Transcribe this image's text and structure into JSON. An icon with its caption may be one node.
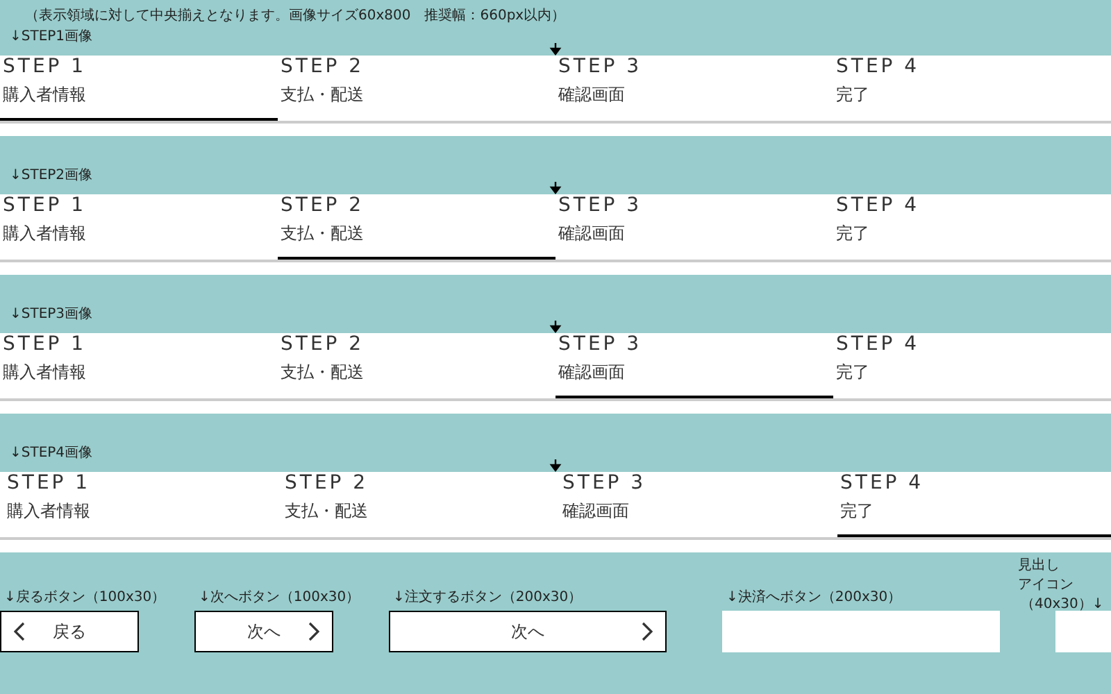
{
  "diagram": {
    "nodes": [
      {
        "text": [
          "STEP 1",
          "購入者情報"
        ]
      },
      {
        "text": [
          "STEP 2",
          "支払・配送"
        ]
      },
      {
        "text": [
          "STEP 3",
          "確認画面"
        ]
      },
      {
        "text": [
          "STEP 4",
          "完了"
        ]
      },
      {
        "text": [
          "STEP 1",
          "購入者情報"
        ]
      },
      {
        "text": [
          "STEP 2",
          "支払・配送"
        ]
      },
      {
        "text": [
          "STEP 3",
          "確認画面"
        ]
      },
      {
        "text": [
          "STEP 4",
          "完了"
        ]
      },
      {
        "text": [
          "STEP 1",
          "購入者情報"
        ]
      },
      {
        "text": [
          "STEP 2",
          "支払・配送"
        ]
      },
      {
        "text": [
          "STEP 3",
          "確認画面"
        ]
      },
      {
        "text": [
          "STEP 4",
          "完了"
        ]
      },
      {
        "text": [
          "STEP 1",
          "購入者情報"
        ]
      },
      {
        "text": [
          "STEP 2",
          "支払・配送"
        ]
      },
      {
        "text": [
          "STEP 3",
          "確認画面"
        ]
      },
      {
        "text": [
          "STEP 4",
          "完了"
        ]
      },
      {
        "text": [
          "戻る"
        ],
        "beside": [
          "↓戻るボタン（100x30）"
        ]
      },
      {
        "text": [
          "次へ"
        ],
        "beside": [
          "↓次へボタン（100x30）"
        ]
      },
      {
        "text": [
          "次へ"
        ],
        "beside": [
          "↓注文するボタン（200x30）"
        ]
      },
      {
        "text": [],
        "shape": "box",
        "beside": [
          "↓決済へボタン（200x30）"
        ]
      },
      {
        "text": [],
        "shape": "box",
        "beside": [
          "見出し",
          "アイコン",
          "（40x30）↓"
        ]
      }
    ],
    "labels": [
      "（表示領域に対して中央揃えとなります。画像サイズ60x800　推奨幅：660px以内）",
      "↓STEP1画像",
      "↓STEP2画像",
      "↓STEP3画像",
      "↓STEP4画像"
    ]
  }
}
